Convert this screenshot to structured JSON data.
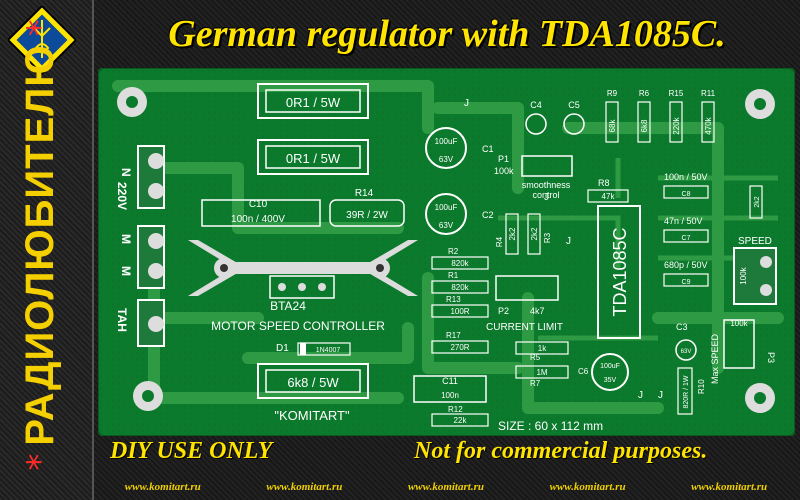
{
  "header": {
    "title": "German regulator with TDA1085C."
  },
  "sidebar": {
    "vertical_text": "РАДИОЛЮБИТЕЛЮ",
    "star": "*"
  },
  "footer": {
    "left_note": "DIY  USE  ONLY",
    "right_note": "Not for commercial purposes.",
    "links": [
      "www.komitart.ru",
      "www.komitart.ru",
      "www.komitart.ru",
      "www.komitart.ru",
      "www.komitart.ru"
    ]
  },
  "colors": {
    "board": "#0c7a2c",
    "copper": "#2e9a44",
    "silk": "#ffffff",
    "accent": "#ffe400",
    "star": "#ff2b2b"
  },
  "board": {
    "terminals": [
      "N",
      "220V",
      "M",
      "M",
      "ТАН"
    ],
    "resistors_big": [
      "0R1 / 5W",
      "0R1 / 5W",
      "6k8 / 5W"
    ],
    "caps": [
      "C10",
      "100n / 400V",
      "C11",
      "100n",
      "C1",
      "C2",
      "100uF",
      "63V",
      "100uF",
      "63V",
      "C4",
      "C5",
      "C3",
      "63V",
      "C6",
      "100uF",
      "35V",
      "C8",
      "C7",
      "C9"
    ],
    "cap_values": [
      "100n / 50V",
      "47n / 50V",
      "680p / 50V"
    ],
    "r14": [
      "R14",
      "39R / 2W"
    ],
    "small_res": [
      [
        "R2",
        "820k"
      ],
      [
        "R1",
        "820k"
      ],
      [
        "R13",
        "100R"
      ],
      [
        "R17",
        "270R"
      ],
      [
        "R12",
        "22k"
      ],
      [
        "R5",
        "1k"
      ],
      [
        "R7",
        "1M"
      ],
      [
        "R8",
        "47k"
      ]
    ],
    "vert_res": [
      "R9",
      "68k",
      "R6",
      "6k8",
      "R15",
      "220k",
      "R11",
      "470k",
      "R4",
      "2k2",
      "R3",
      "2k2",
      "R10",
      "820R / 1W",
      "2k2"
    ],
    "pots": [
      "P1",
      "100k",
      "smoothness",
      "control",
      "P2",
      "4k7",
      "CURRENT LIMIT",
      "SPEED",
      "100k",
      "Max SPEED",
      "100k",
      "P3"
    ],
    "triac": [
      "BTA24",
      "MOTOR SPEED CONTROLLER"
    ],
    "ic": "TDA1085C",
    "diode": [
      "D1",
      "1N4007"
    ],
    "misc": [
      "\"KOMITART\"",
      "SIZE : 60 x 112 mm",
      "J",
      "J",
      "J",
      "J",
      "J"
    ]
  }
}
